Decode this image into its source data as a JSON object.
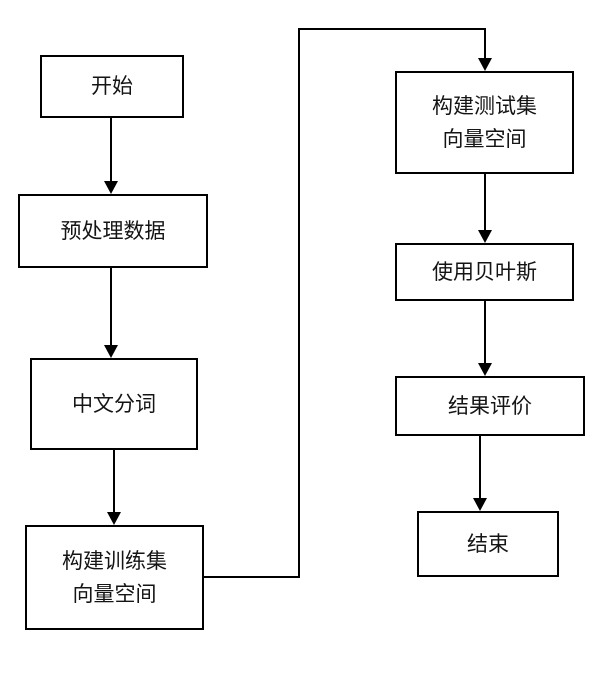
{
  "diagram": {
    "type": "flowchart",
    "direction": "top-to-bottom, two columns",
    "colors": {
      "line": "#000000",
      "box_border": "#000000",
      "box_fill": "#ffffff",
      "text": "#141414",
      "background": "#ffffff"
    },
    "nodes": [
      {
        "id": "start",
        "lines": [
          "开始"
        ]
      },
      {
        "id": "preprocess",
        "lines": [
          "预处理数据"
        ]
      },
      {
        "id": "segment",
        "lines": [
          "中文分词"
        ]
      },
      {
        "id": "train",
        "lines": [
          "构建训练集",
          "向量空间"
        ]
      },
      {
        "id": "test",
        "lines": [
          "构建测试集",
          "向量空间"
        ]
      },
      {
        "id": "bayes",
        "lines": [
          "使用贝叶斯"
        ]
      },
      {
        "id": "eval",
        "lines": [
          "结果评价"
        ]
      },
      {
        "id": "end",
        "lines": [
          "结束"
        ]
      }
    ],
    "edges": [
      {
        "from": "开始",
        "to": "预处理数据"
      },
      {
        "from": "预处理数据",
        "to": "中文分词"
      },
      {
        "from": "中文分词",
        "to": "构建训练集向量空间"
      },
      {
        "from": "构建训练集向量空间",
        "to": "构建测试集向量空间",
        "route": "right-up-over-top-down"
      },
      {
        "from": "构建测试集向量空间",
        "to": "使用贝叶斯"
      },
      {
        "from": "使用贝叶斯",
        "to": "结果评价"
      },
      {
        "from": "结果评价",
        "to": "结束"
      }
    ]
  }
}
